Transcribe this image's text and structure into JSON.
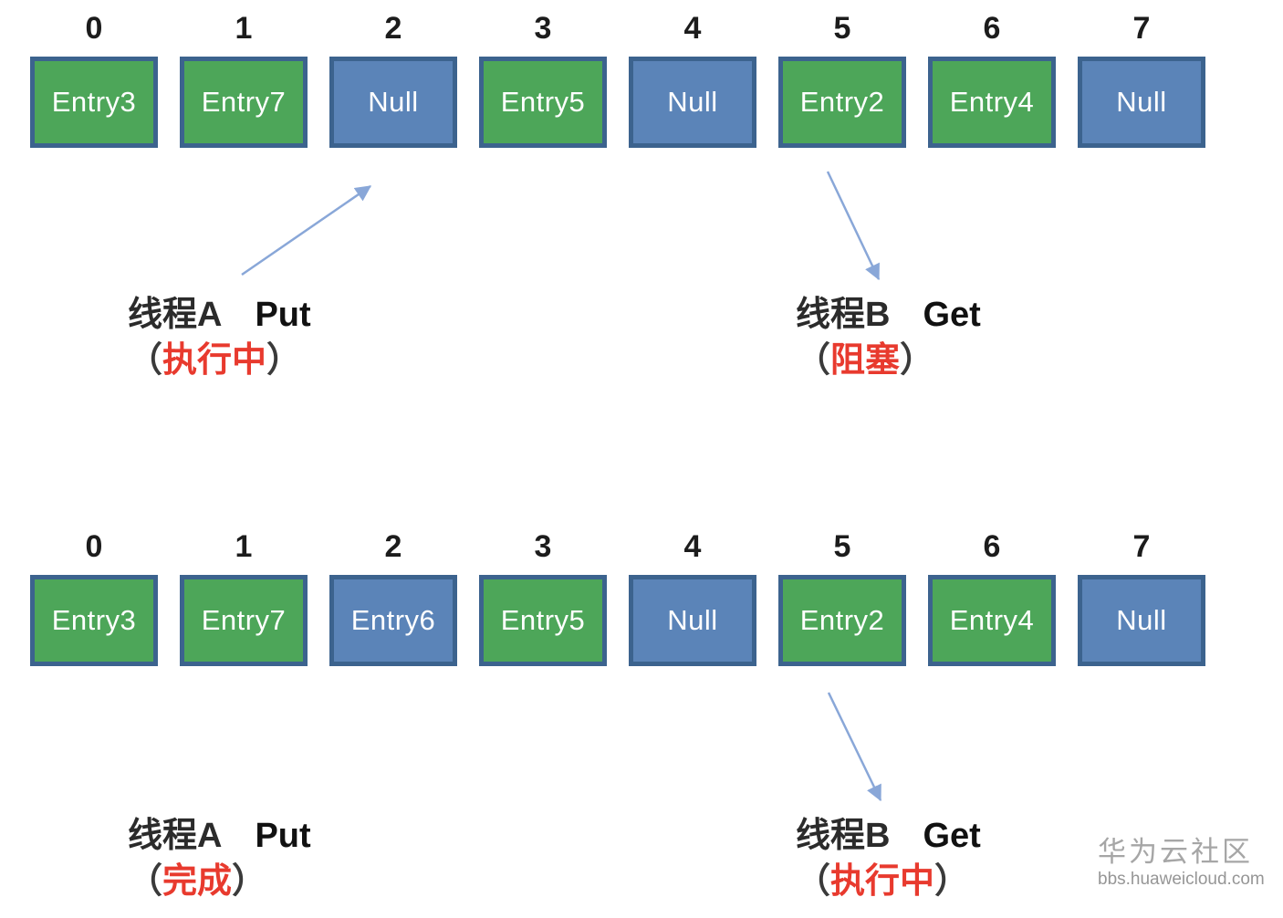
{
  "diagram": {
    "states": [
      {
        "cells": [
          {
            "index": "0",
            "value": "Entry3",
            "type": "green"
          },
          {
            "index": "1",
            "value": "Entry7",
            "type": "green"
          },
          {
            "index": "2",
            "value": "Null",
            "type": "blue"
          },
          {
            "index": "3",
            "value": "Entry5",
            "type": "green"
          },
          {
            "index": "4",
            "value": "Null",
            "type": "blue"
          },
          {
            "index": "5",
            "value": "Entry2",
            "type": "green"
          },
          {
            "index": "6",
            "value": "Entry4",
            "type": "green"
          },
          {
            "index": "7",
            "value": "Null",
            "type": "blue"
          }
        ],
        "thread_a": {
          "name": "线程A",
          "action": "Put",
          "paren_open": "（",
          "state": "执行中",
          "paren_close": "）"
        },
        "thread_b": {
          "name": "线程B",
          "action": "Get",
          "paren_open": "（",
          "state": "阻塞",
          "paren_close": "）"
        }
      },
      {
        "cells": [
          {
            "index": "0",
            "value": "Entry3",
            "type": "green"
          },
          {
            "index": "1",
            "value": "Entry7",
            "type": "green"
          },
          {
            "index": "2",
            "value": "Entry6",
            "type": "blue"
          },
          {
            "index": "3",
            "value": "Entry5",
            "type": "green"
          },
          {
            "index": "4",
            "value": "Null",
            "type": "blue"
          },
          {
            "index": "5",
            "value": "Entry2",
            "type": "green"
          },
          {
            "index": "6",
            "value": "Entry4",
            "type": "green"
          },
          {
            "index": "7",
            "value": "Null",
            "type": "blue"
          }
        ],
        "thread_a": {
          "name": "线程A",
          "action": "Put",
          "paren_open": "（",
          "state": "完成",
          "paren_close": "）"
        },
        "thread_b": {
          "name": "线程B",
          "action": "Get",
          "paren_open": "（",
          "state": "执行中",
          "paren_close": "）"
        }
      }
    ],
    "colors": {
      "occupied_fill": "#4da659",
      "empty_fill": "#5b84b8",
      "cell_border": "#3c638e",
      "cell_text": "#ffffff",
      "state_highlight": "#e83a2e",
      "arrow": "#89a7d8",
      "watermark_title": "#a6a6a6",
      "watermark_url": "#969696"
    },
    "watermark": {
      "title": "华为云社区",
      "url": "bbs.huaweicloud.com"
    }
  }
}
